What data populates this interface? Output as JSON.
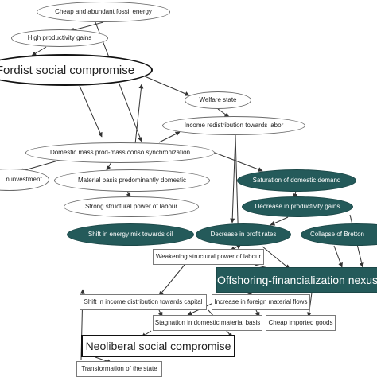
{
  "nodes": {
    "fossil_energy": "Cheap and abundant fossil energy",
    "productivity_gains": "High productivity gains",
    "fordist": "Fordist social compromise",
    "welfare_state": "Welfare state",
    "income_redistribution": "Income redistribution towards labor",
    "mass_prod": "Domestic mass prod-mass conso synchronization",
    "investment": "n investment",
    "material_basis": "Material basis predominantly domestic",
    "saturation": "Saturation of domestic demand",
    "strong_power": "Strong structural power of labour",
    "decrease_productivity": "Decrease in productivity gains",
    "shift_energy": "Shift in energy mix towards oil",
    "profit_rates": "Decrease in profit rates",
    "bretton": "Collapse of Bretton",
    "weakening_power": "Weakening structural power of labour",
    "nexus": "Offshoring-financialization nexus",
    "shift_income": "Shift in income distribution towards capital",
    "material_flows": "Increase in foreign material flows",
    "stagnation": "Stagnation in domestic material basis",
    "cheap_goods": "Cheap imported goods",
    "neoliberal": "Neoliberal social compromise",
    "transformation": "Transformation of the state"
  },
  "colors": {
    "dark_node": "#245a5a",
    "edge": "#333333"
  }
}
